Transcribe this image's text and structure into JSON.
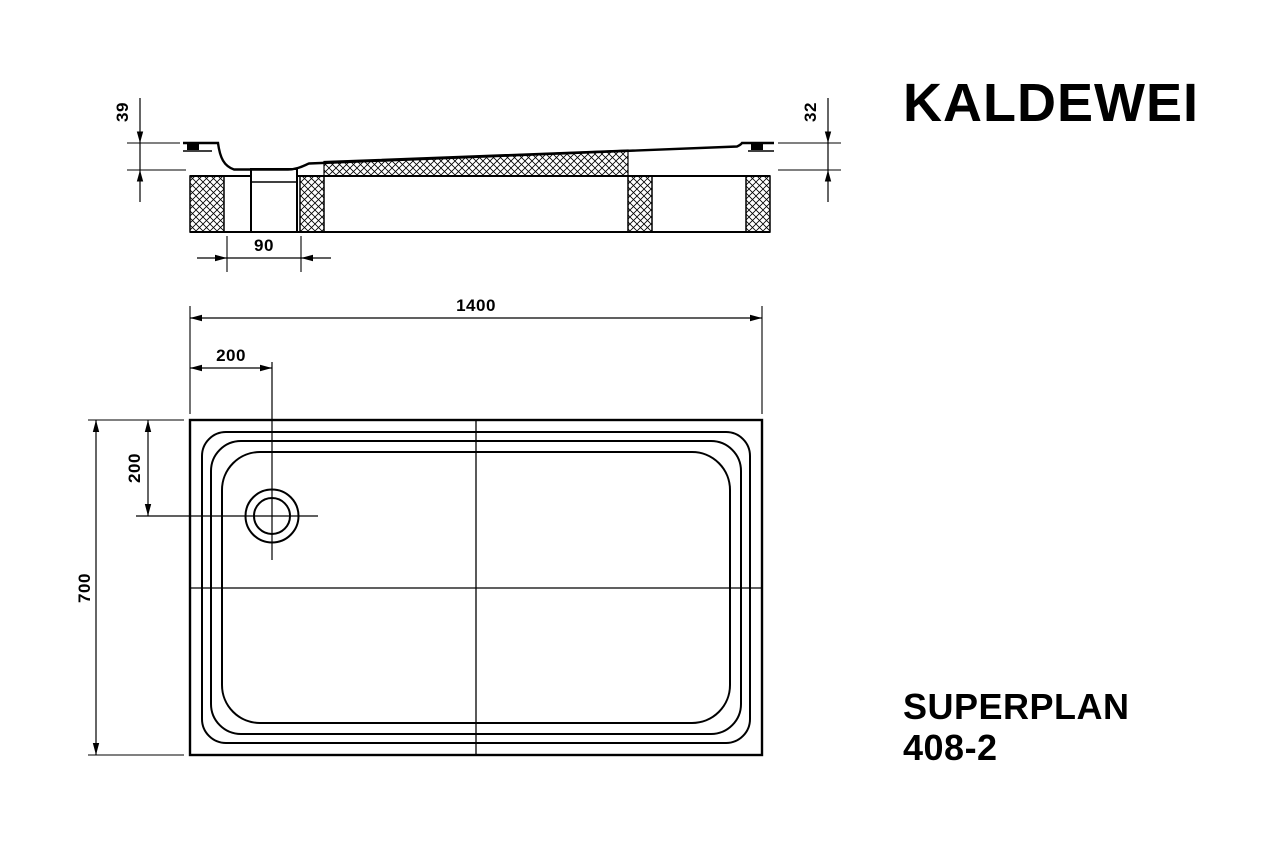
{
  "brand": {
    "logo_text": "KALDEWEI"
  },
  "product": {
    "series": "SUPERPLAN",
    "model": "408-2"
  },
  "drawing": {
    "section_view": {
      "dim_left_height": "39",
      "dim_right_height": "32",
      "dim_drain_width": "90"
    },
    "plan_view": {
      "dim_length": "1400",
      "dim_width": "700",
      "dim_drain_offset_x": "200",
      "dim_drain_offset_y": "200"
    }
  },
  "colors": {
    "line": "#000000",
    "background": "#ffffff"
  }
}
